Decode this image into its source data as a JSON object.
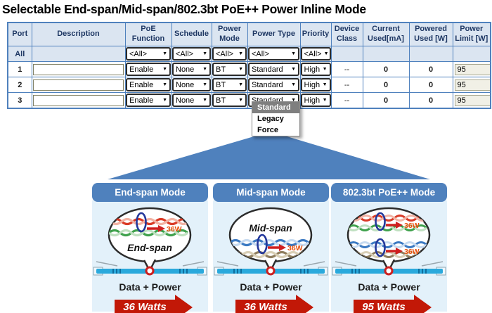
{
  "title": "Selectable End-span/Mid-span/802.3bt PoE++ Power Inline Mode",
  "table": {
    "columns": [
      "Port",
      "Description",
      "PoE Function",
      "Schedule",
      "Power Mode",
      "Power Type",
      "Priority",
      "Device Class",
      "Current Used[mA]",
      "Powered Used [W]",
      "Power Limit [W]"
    ],
    "all_row": {
      "port": "All",
      "poe_function": "<All>",
      "schedule": "<All>",
      "power_mode": "<All>",
      "power_type": "<All>",
      "priority": "<All>"
    },
    "rows": [
      {
        "port": "1",
        "description": "",
        "poe_function": "Enable",
        "schedule": "None",
        "power_mode": "BT",
        "power_type": "Standard",
        "priority": "High",
        "device_class": "--",
        "current_used": "0",
        "powered_used": "0",
        "power_limit": "95"
      },
      {
        "port": "2",
        "description": "",
        "poe_function": "Enable",
        "schedule": "None",
        "power_mode": "BT",
        "power_type": "Standard",
        "priority": "High",
        "device_class": "--",
        "current_used": "0",
        "powered_used": "0",
        "power_limit": "95"
      },
      {
        "port": "3",
        "description": "",
        "poe_function": "Enable",
        "schedule": "None",
        "power_mode": "BT",
        "power_type": "Standard",
        "priority": "High",
        "device_class": "--",
        "current_used": "0",
        "powered_used": "0",
        "power_limit": "95"
      }
    ]
  },
  "dropdown_menu": {
    "options": [
      "Standard",
      "Legacy",
      "Force"
    ],
    "selected": "Standard"
  },
  "panels": [
    {
      "title": "End-span Mode",
      "bubble_label": "End-span",
      "power_labels": [
        "36W"
      ],
      "data_label": "Data + Power",
      "watts": "36 Watts"
    },
    {
      "title": "Mid-span Mode",
      "bubble_label": "Mid-span",
      "power_labels": [
        "36W"
      ],
      "data_label": "Data + Power",
      "watts": "36 Watts"
    },
    {
      "title": "802.3bt PoE++ Mode",
      "bubble_label": "",
      "power_labels": [
        "36W",
        "36W"
      ],
      "data_label": "Data + Power",
      "watts": "95 Watts"
    }
  ],
  "colors": {
    "accent_blue": "#4f81bd",
    "table_border": "#4f81bd",
    "header_bg": "#dbe5f1",
    "header_text": "#1f3864",
    "panel_bg": "#e3f1fa",
    "cable_cyan": "#2aa9dc",
    "arrow_red": "#c21807",
    "watt_text": "#e8500d",
    "highlight_gray": "#7f7f7f"
  }
}
